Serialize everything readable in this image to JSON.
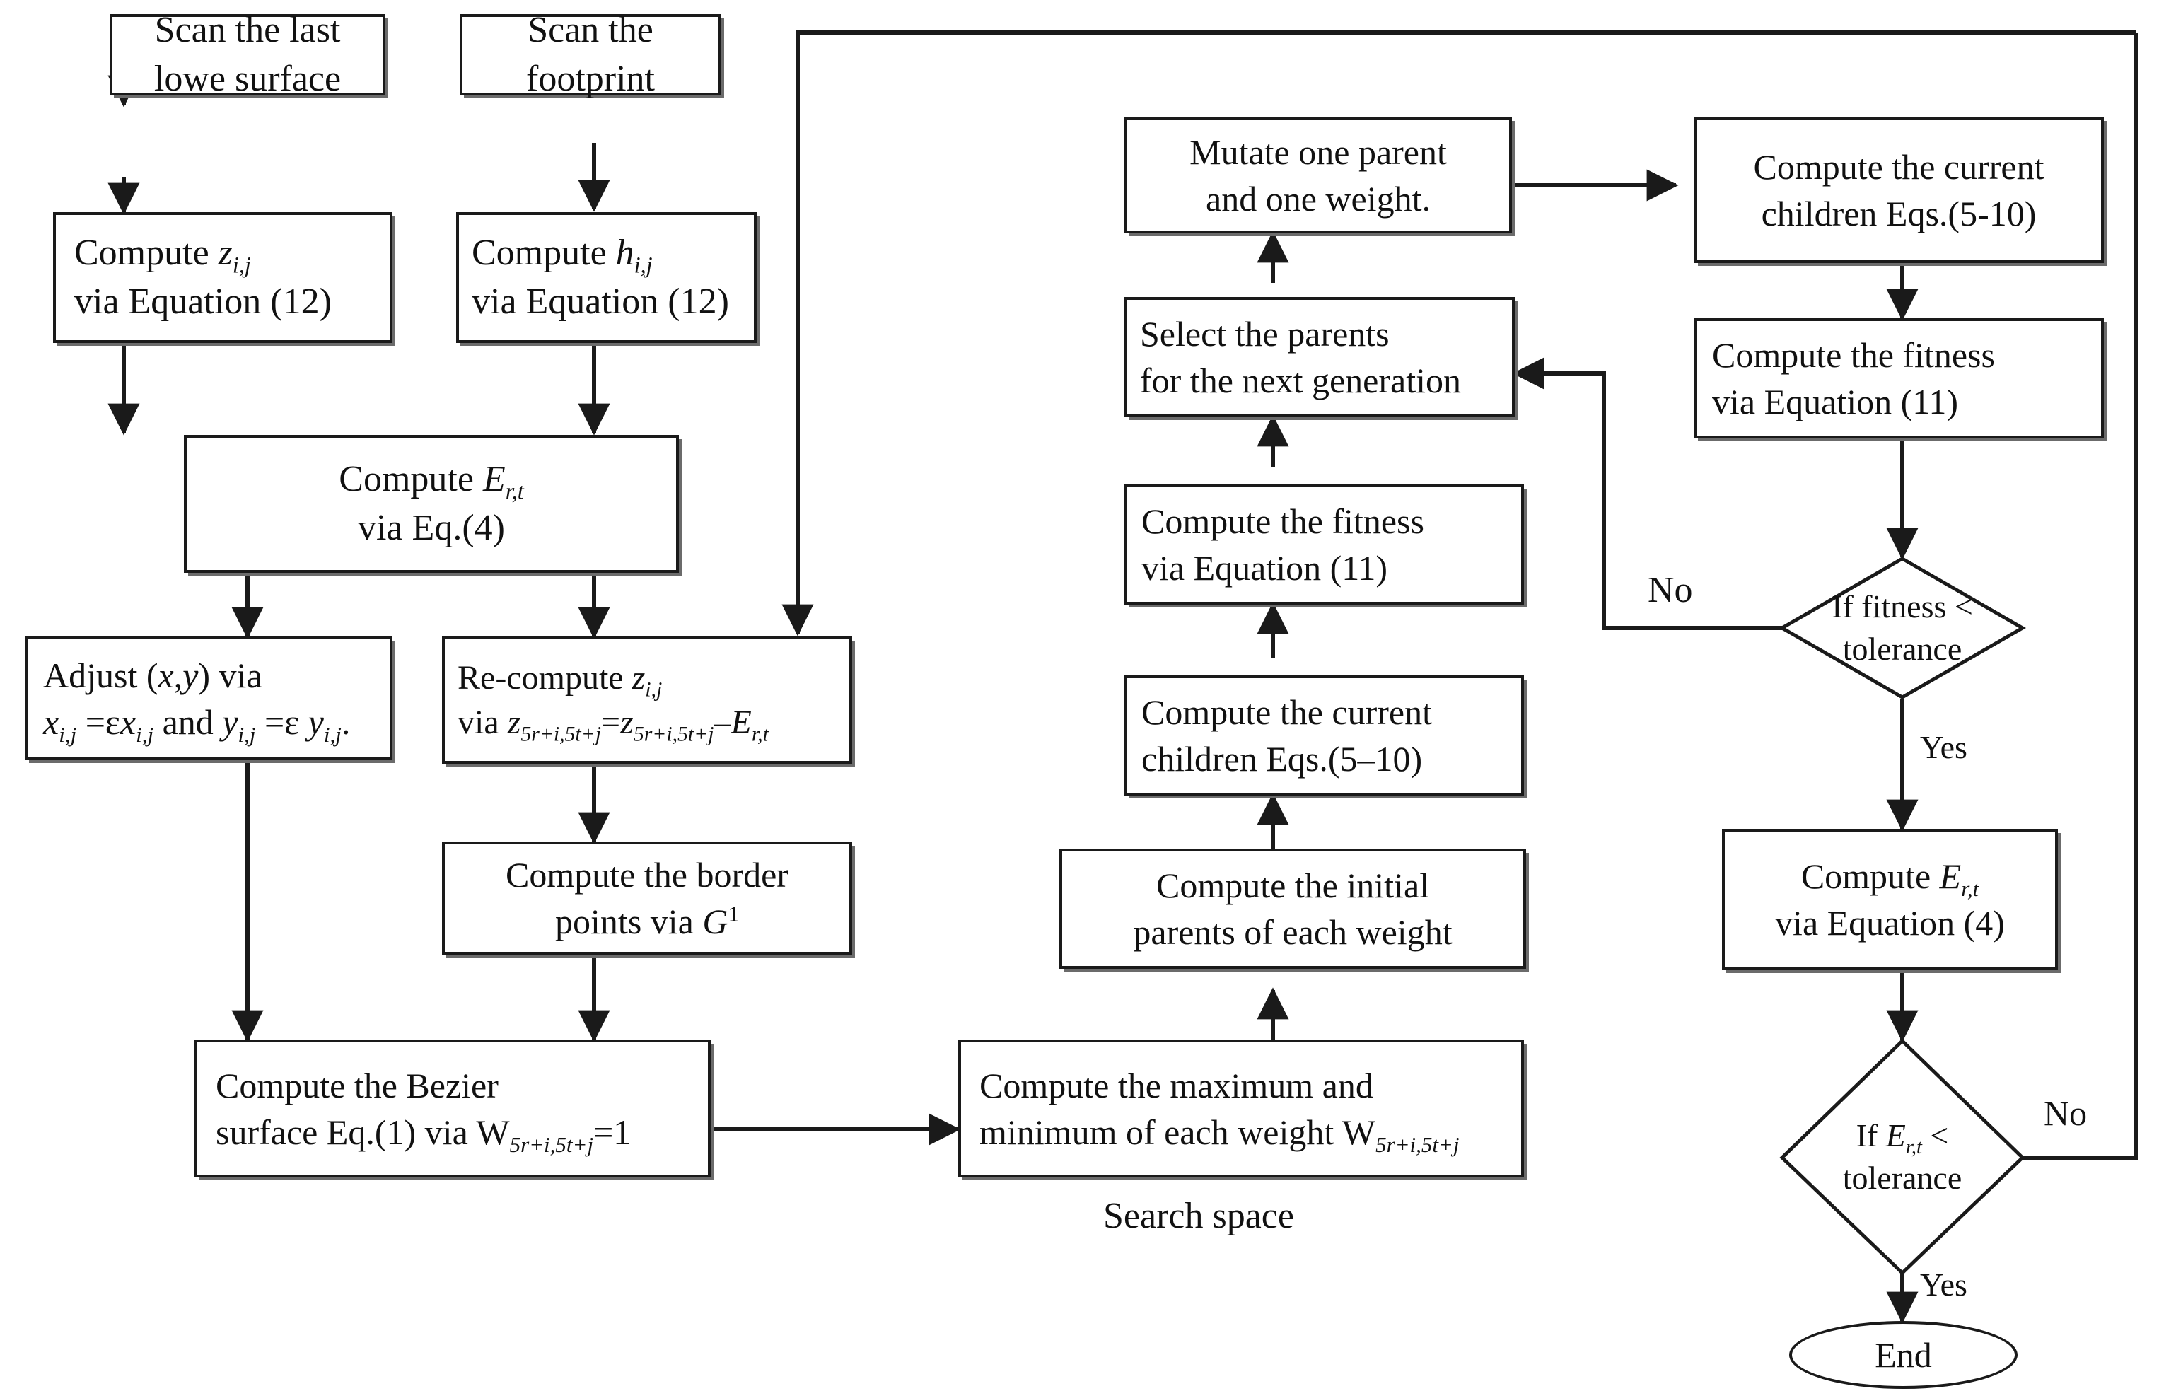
{
  "diagram": {
    "title": "Bezier surface fitting with genetic algorithm flowchart",
    "caption": "Search space",
    "line_color": "#1a1a1a",
    "bg_color": "#ffffff"
  },
  "nodes": {
    "scan_last_lower": {
      "line1": "Scan the last",
      "line2": "lowe surface"
    },
    "scan_footprint": {
      "line1": "Scan the",
      "line2": "footprint"
    },
    "compute_z": {
      "line1_pre": "Compute ",
      "line1_var": "z",
      "line1_sub": "i,j",
      "line2": "via Equation (12)"
    },
    "compute_h": {
      "line1_pre": "Compute  ",
      "line1_var": "h",
      "line1_sub": "i,j",
      "line2": "via Equation (12)"
    },
    "compute_ert_eq4": {
      "line1_pre": "Compute ",
      "line1_var": "E",
      "line1_sub": "r,t",
      "line2": "via Eq.(4)"
    },
    "adjust_xy": {
      "line1": "Adjust (x,y) via",
      "line2": "x i,j =εx i,j and y i,j =ε y i,j ."
    },
    "recompute_z": {
      "line1_pre": "Re-compute ",
      "line1_var": "z",
      "line1_sub": "i,j",
      "line2": "via z 5r+i,5t+j = z 5r+i,5t+j − E r,t"
    },
    "border_points": {
      "line1": "Compute the border",
      "line2_pre": "points via ",
      "line2_var": "G",
      "line2_sup": "1"
    },
    "bezier_surface": {
      "line1": "Compute the Bezier",
      "line2_pre": "surface Eq.(1) via W",
      "line2_sub": "5r+i,5t+j",
      "line2_post": "=1"
    },
    "search_space_box": {
      "line1": "Compute the maximum and",
      "line2_pre": "minimum of each weight W",
      "line2_sub": "5r+i,5t+j"
    },
    "initial_parents": {
      "line1": "Compute the initial",
      "line2": "parents of each weight"
    },
    "children_mid": {
      "line1": "Compute the current",
      "line2": "children Eqs.(5–10)"
    },
    "fitness_mid": {
      "line1": "Compute the fitness",
      "line2": "via Equation (11)"
    },
    "select_parents": {
      "line1": "Select the parents",
      "line2": "for the next generation"
    },
    "mutate": {
      "line1": "Mutate one parent",
      "line2": "and one weight."
    },
    "children_right": {
      "line1": "Compute the current",
      "line2": "children Eqs.(5-10)"
    },
    "fitness_right": {
      "line1": "Compute the fitness",
      "line2": "via Equation (11)"
    },
    "compute_ert_eq11": {
      "line1_pre": "Compute ",
      "line1_var": "E",
      "line1_sub": "r,t",
      "line2": "via Equation (4)"
    },
    "end_node": {
      "label": "End"
    }
  },
  "decisions": {
    "fitness_tol": {
      "line1_pre": "If fitness <",
      "line2": "tolerance"
    },
    "ert_tol": {
      "line1_pre": "If ",
      "line1_var": "E",
      "line1_sub": "r,t",
      "line1_post": " <",
      "line2": "tolerance"
    }
  },
  "edge_labels": {
    "fitness_no": "No",
    "fitness_yes": "Yes",
    "ert_no": "No",
    "ert_yes": "Yes"
  }
}
